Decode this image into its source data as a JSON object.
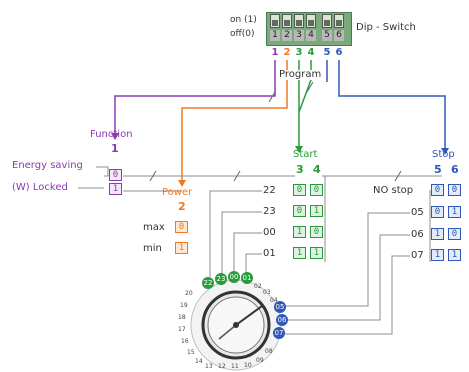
{
  "dip": {
    "on_label": "on (1)",
    "off_label": "off(0)",
    "title": "Dip - Switch",
    "positions": [
      "1",
      "2",
      "3",
      "4",
      "5",
      "6"
    ],
    "numbers": [
      "1",
      "2",
      "3",
      "4",
      "5",
      "6"
    ]
  },
  "program_label": "Program",
  "function": {
    "title": "Function",
    "col": "1",
    "energy_saving": "Energy saving",
    "locked": "(W) Locked",
    "bits": [
      "0",
      "1"
    ]
  },
  "power": {
    "title": "Power",
    "col": "2",
    "max_label": "max",
    "min_label": "min",
    "bits": [
      "0",
      "1"
    ]
  },
  "start": {
    "title": "Start",
    "cols": [
      "3",
      "4"
    ],
    "rows": [
      {
        "label": "22",
        "bits": [
          "0",
          "0"
        ]
      },
      {
        "label": "23",
        "bits": [
          "0",
          "1"
        ]
      },
      {
        "label": "00",
        "bits": [
          "1",
          "0"
        ]
      },
      {
        "label": "01",
        "bits": [
          "1",
          "1"
        ]
      }
    ]
  },
  "stop": {
    "title": "Stop",
    "cols": [
      "5",
      "6"
    ],
    "rows": [
      {
        "label": "NO stop",
        "bits": [
          "0",
          "0"
        ]
      },
      {
        "label": "05",
        "bits": [
          "0",
          "1"
        ]
      },
      {
        "label": "06",
        "bits": [
          "1",
          "0"
        ]
      },
      {
        "label": "07",
        "bits": [
          "1",
          "1"
        ]
      }
    ]
  },
  "clock": {
    "green_markers": [
      "22",
      "23",
      "00",
      "01"
    ],
    "blue_markers": [
      "05",
      "06",
      "07"
    ],
    "dial_labels": [
      "20",
      "19",
      "18",
      "17",
      "16",
      "15",
      "14",
      "13",
      "12",
      "11",
      "10",
      "09",
      "08",
      "02",
      "03",
      "04"
    ]
  },
  "colors": {
    "function": "#8a3bb0",
    "power": "#f07820",
    "start": "#2a9a3c",
    "stop": "#2f58b8",
    "grey": "#888888"
  }
}
